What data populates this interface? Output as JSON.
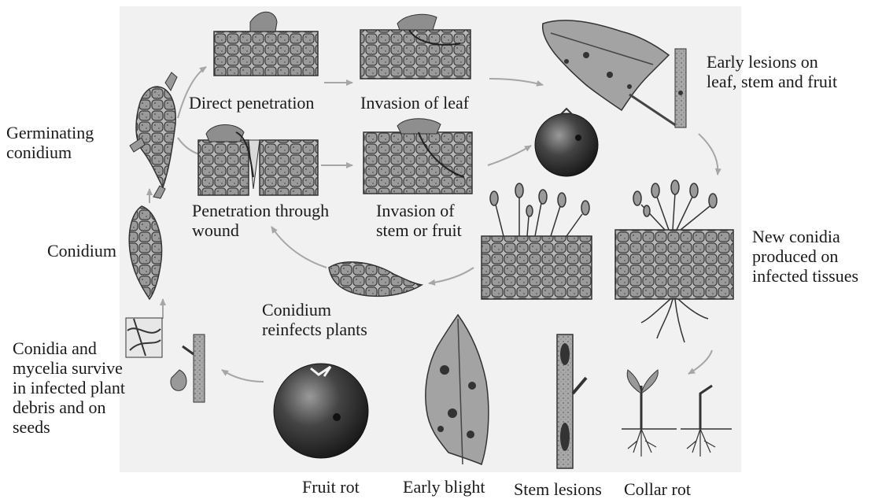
{
  "labels": {
    "germinating_conidium": "Germinating\nconidium",
    "direct_penetration": "Direct penetration",
    "invasion_of_leaf": "Invasion of leaf",
    "early_lesions": "Early lesions on\nleaf, stem and fruit",
    "penetration_through_wound": "Penetration through\nwound",
    "invasion_stem_fruit": "Invasion of\nstem or fruit",
    "conidium": "Conidium",
    "new_conidia": "New conidia\nproduced on\ninfected tissues",
    "conidium_reinfects": "Conidium\nreinfects plants",
    "conidia_mycelia_survive": "Conidia and\nmycelia survive\nin infected plant\ndebris and on\nseeds",
    "fruit_rot": "Fruit rot",
    "early_blight": "Early blight",
    "stem_lesions": "Stem lesions",
    "collar_rot": "Collar rot"
  }
}
